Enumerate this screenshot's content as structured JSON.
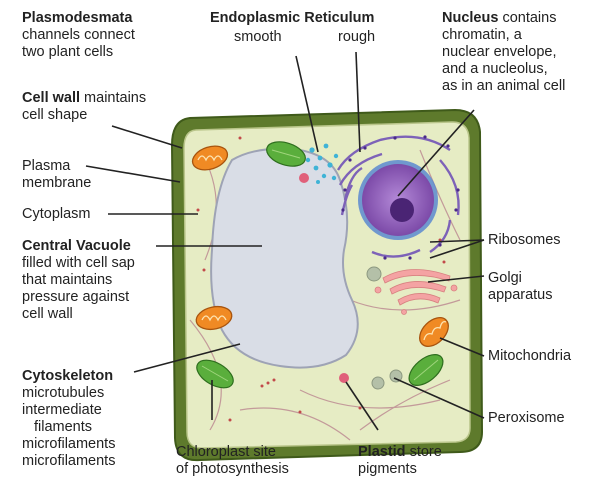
{
  "labels": {
    "plasmodesmata": {
      "title": "Plasmodesmata",
      "line1": "channels connect",
      "line2": "two plant cells"
    },
    "cell_wall": {
      "title": "Cell wall",
      "rest": " maintains",
      "line2": "cell shape"
    },
    "plasma_membrane": {
      "line1": "Plasma",
      "line2": "membrane"
    },
    "cytoplasm": "Cytoplasm",
    "central_vacuole": {
      "title": "Central Vacuole",
      "line1": "filled with cell sap",
      "line2": "that maintains",
      "line3": "pressure against",
      "line4": "cell wall"
    },
    "cytoskeleton": {
      "title": "Cytoskeleton",
      "line1": "microtubules",
      "line2": "intermediate",
      "line3": "filaments",
      "line4": "microfilaments",
      "line5": "microfilaments"
    },
    "chloroplast": {
      "line1": "Chloroplast site",
      "line2": "of photosynthesis"
    },
    "plastid": {
      "title": "Plastid",
      "rest": " store",
      "line2": "pigments"
    },
    "endoplasmic_reticulum": {
      "title": "Endoplasmic Reticulum",
      "smooth": "smooth",
      "rough": "rough"
    },
    "nucleus": {
      "title": "Nucleus",
      "rest": " contains",
      "line1": "chromatin, a",
      "line2": "nuclear envelope,",
      "line3": "and a nucleolus,",
      "line4": "as in an animal cell"
    },
    "ribosomes": "Ribosomes",
    "golgi": {
      "line1": "Golgi",
      "line2": "apparatus"
    },
    "mitochondria": "Mitochondria",
    "peroxisome": "Peroxisome"
  },
  "colors": {
    "cell_wall": "#5e7a2c",
    "cytoplasm": "#e6ecc4",
    "vacuole": "#d9dde6",
    "nucleus": "#8a5bb5",
    "nucleolus": "#4a2474",
    "chloroplast": "#5aae3c",
    "mitochondria": "#f08a24",
    "golgi": "#f4a3a3",
    "smooth_er": "#3fb3d6",
    "leader": "#222222"
  }
}
